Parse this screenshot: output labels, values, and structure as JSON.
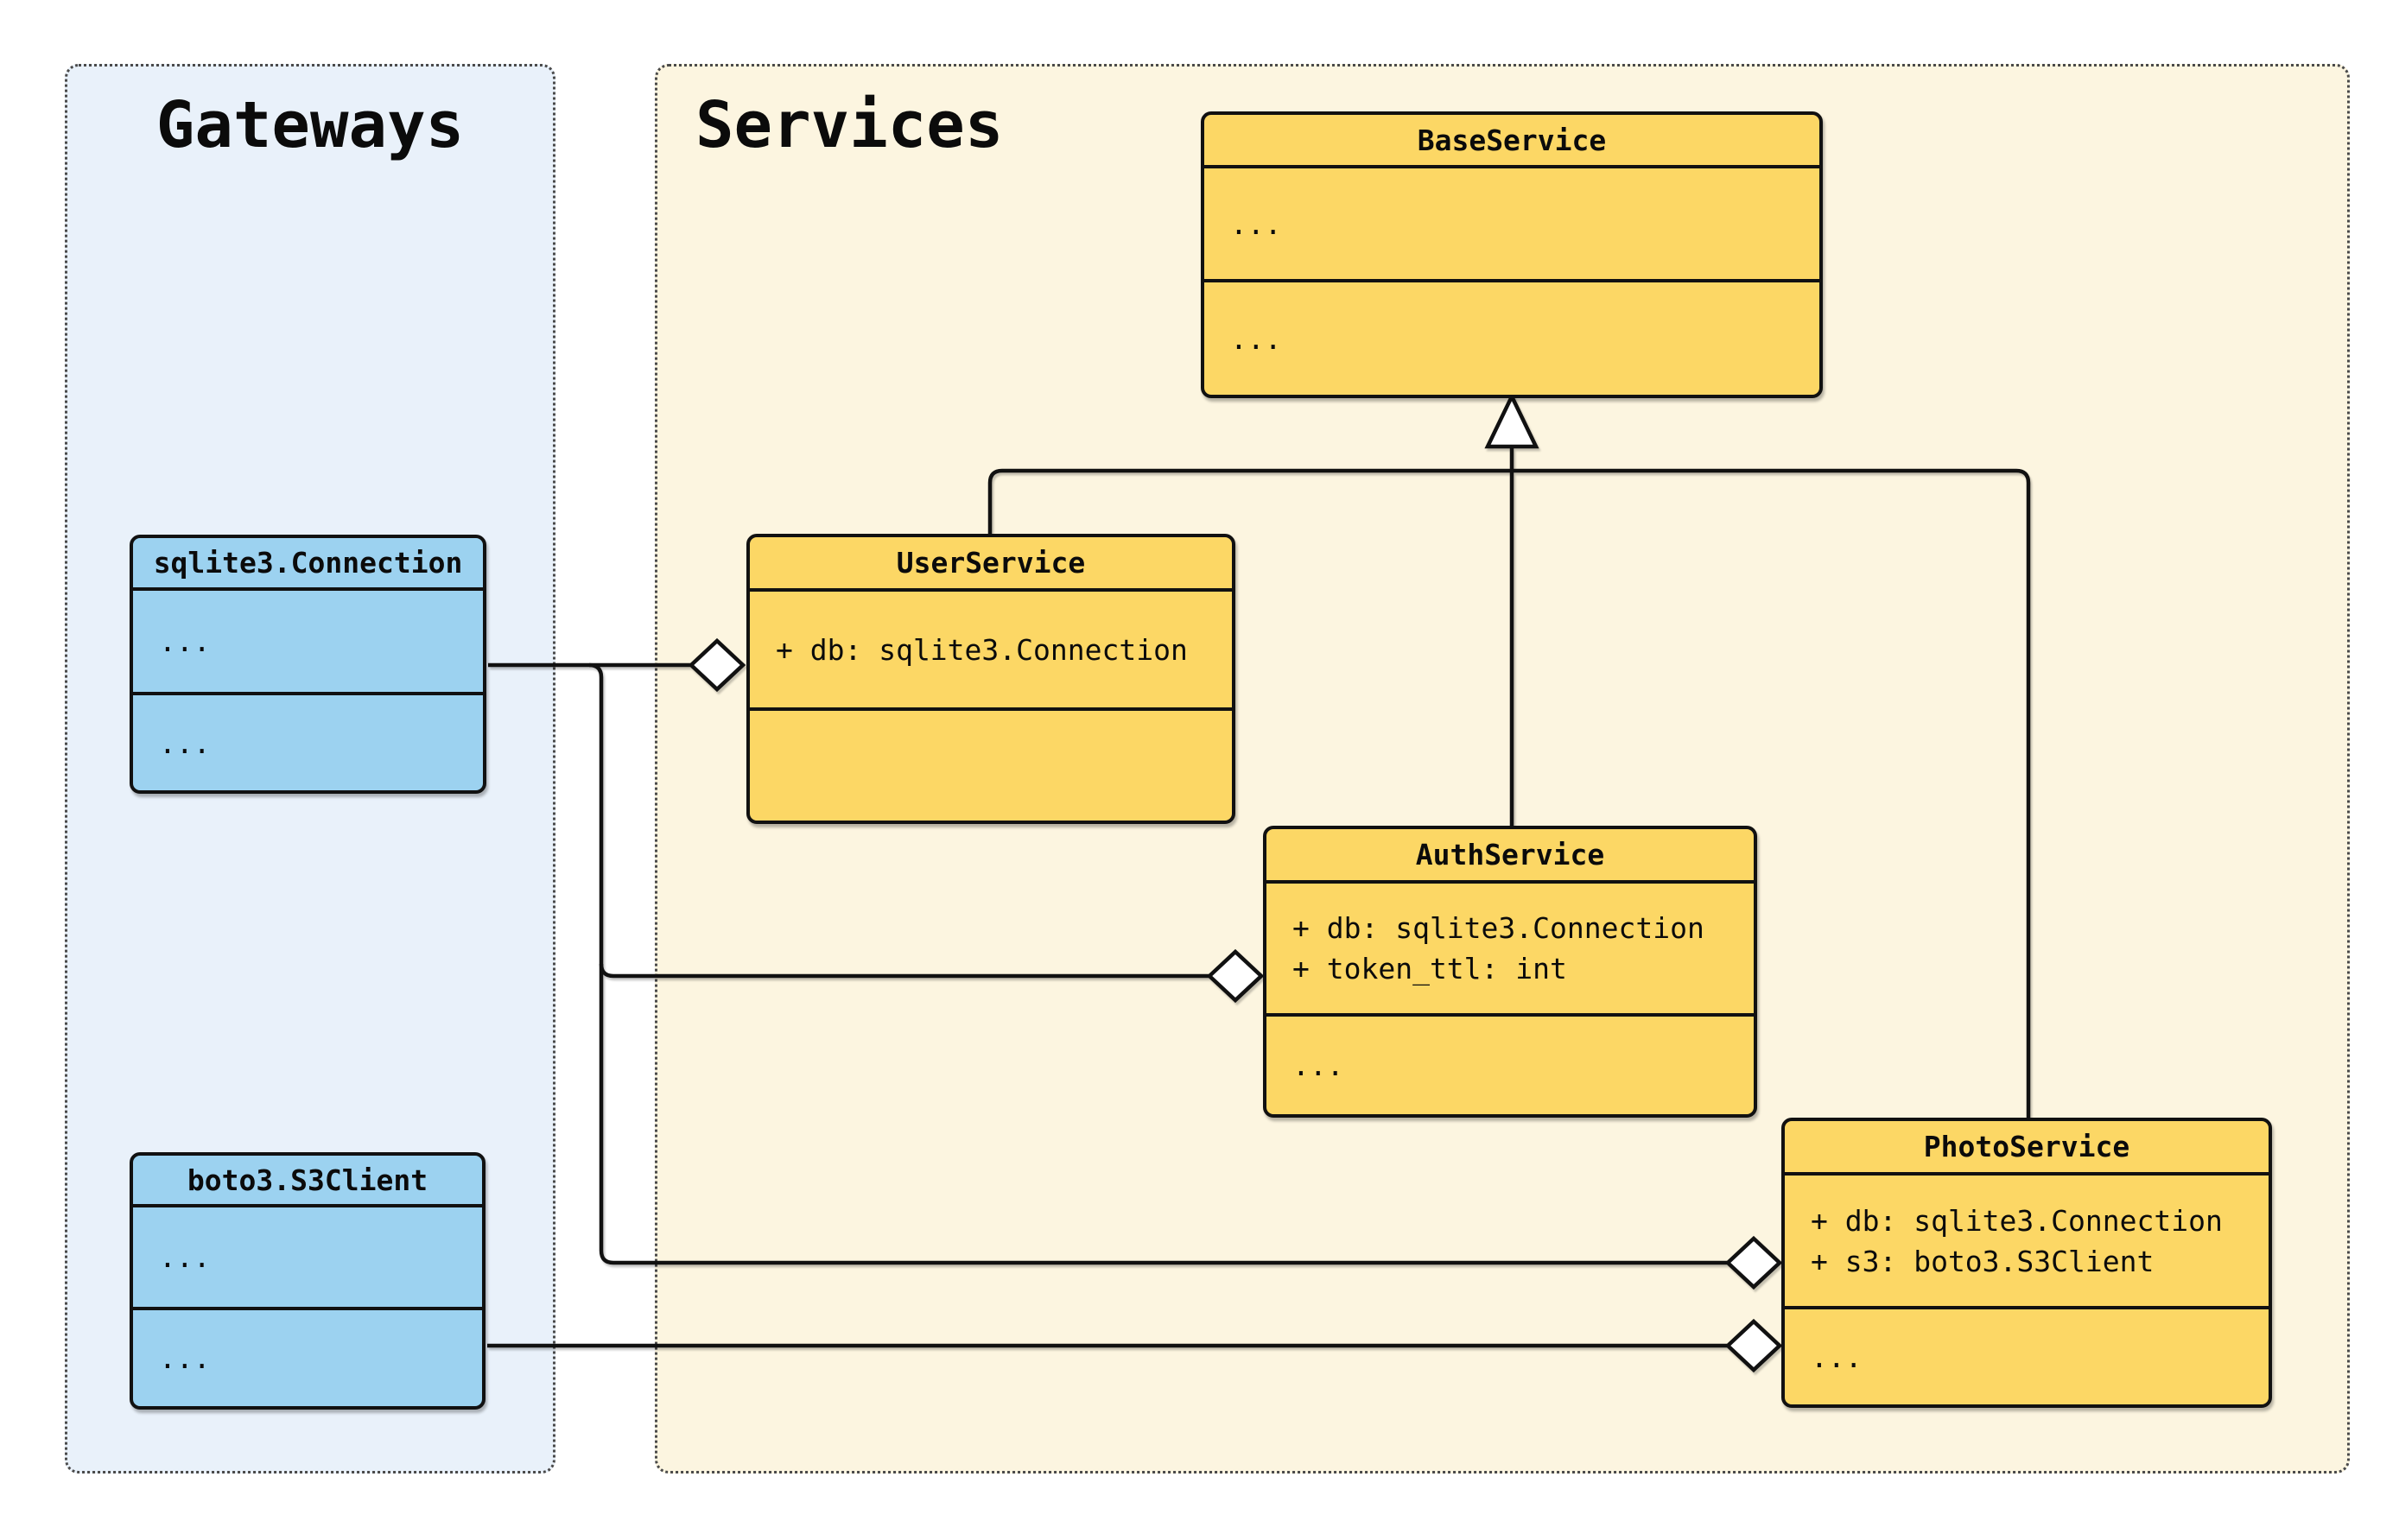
{
  "panels": {
    "gateways": {
      "title": "Gateways"
    },
    "services": {
      "title": "Services"
    }
  },
  "classes": {
    "base_service": {
      "title": "BaseService",
      "attributes": [
        "..."
      ],
      "methods": [
        "..."
      ]
    },
    "sqlite3_connection": {
      "title": "sqlite3.Connection",
      "attributes": [
        "..."
      ],
      "methods": [
        "..."
      ]
    },
    "user_service": {
      "title": "UserService",
      "attributes": [
        "+ db: sqlite3.Connection"
      ],
      "methods": []
    },
    "auth_service": {
      "title": "AuthService",
      "attributes": [
        "+ db: sqlite3.Connection",
        "+ token_ttl: int"
      ],
      "methods": [
        "..."
      ]
    },
    "boto3_s3client": {
      "title": "boto3.S3Client",
      "attributes": [
        "..."
      ],
      "methods": [
        "..."
      ]
    },
    "photo_service": {
      "title": "PhotoService",
      "attributes": [
        "+ db: sqlite3.Connection",
        "+ s3: boto3.S3Client"
      ],
      "methods": [
        "..."
      ]
    }
  },
  "relations": [
    {
      "type": "inheritance",
      "from": "UserService",
      "to": "BaseService"
    },
    {
      "type": "inheritance",
      "from": "AuthService",
      "to": "BaseService"
    },
    {
      "type": "inheritance",
      "from": "PhotoService",
      "to": "BaseService"
    },
    {
      "type": "aggregation",
      "part": "sqlite3.Connection",
      "whole": "UserService"
    },
    {
      "type": "aggregation",
      "part": "sqlite3.Connection",
      "whole": "AuthService"
    },
    {
      "type": "aggregation",
      "part": "sqlite3.Connection",
      "whole": "PhotoService"
    },
    {
      "type": "aggregation",
      "part": "boto3.S3Client",
      "whole": "PhotoService"
    }
  ],
  "colors": {
    "service_box_fill": "#fcd765",
    "gateway_box_fill": "#9cd2f0",
    "services_panel_bg": "#fcf5e0",
    "gateways_panel_bg": "#e9f1fa",
    "line_stroke": "#111111",
    "canvas_bg": "#ffffff"
  }
}
